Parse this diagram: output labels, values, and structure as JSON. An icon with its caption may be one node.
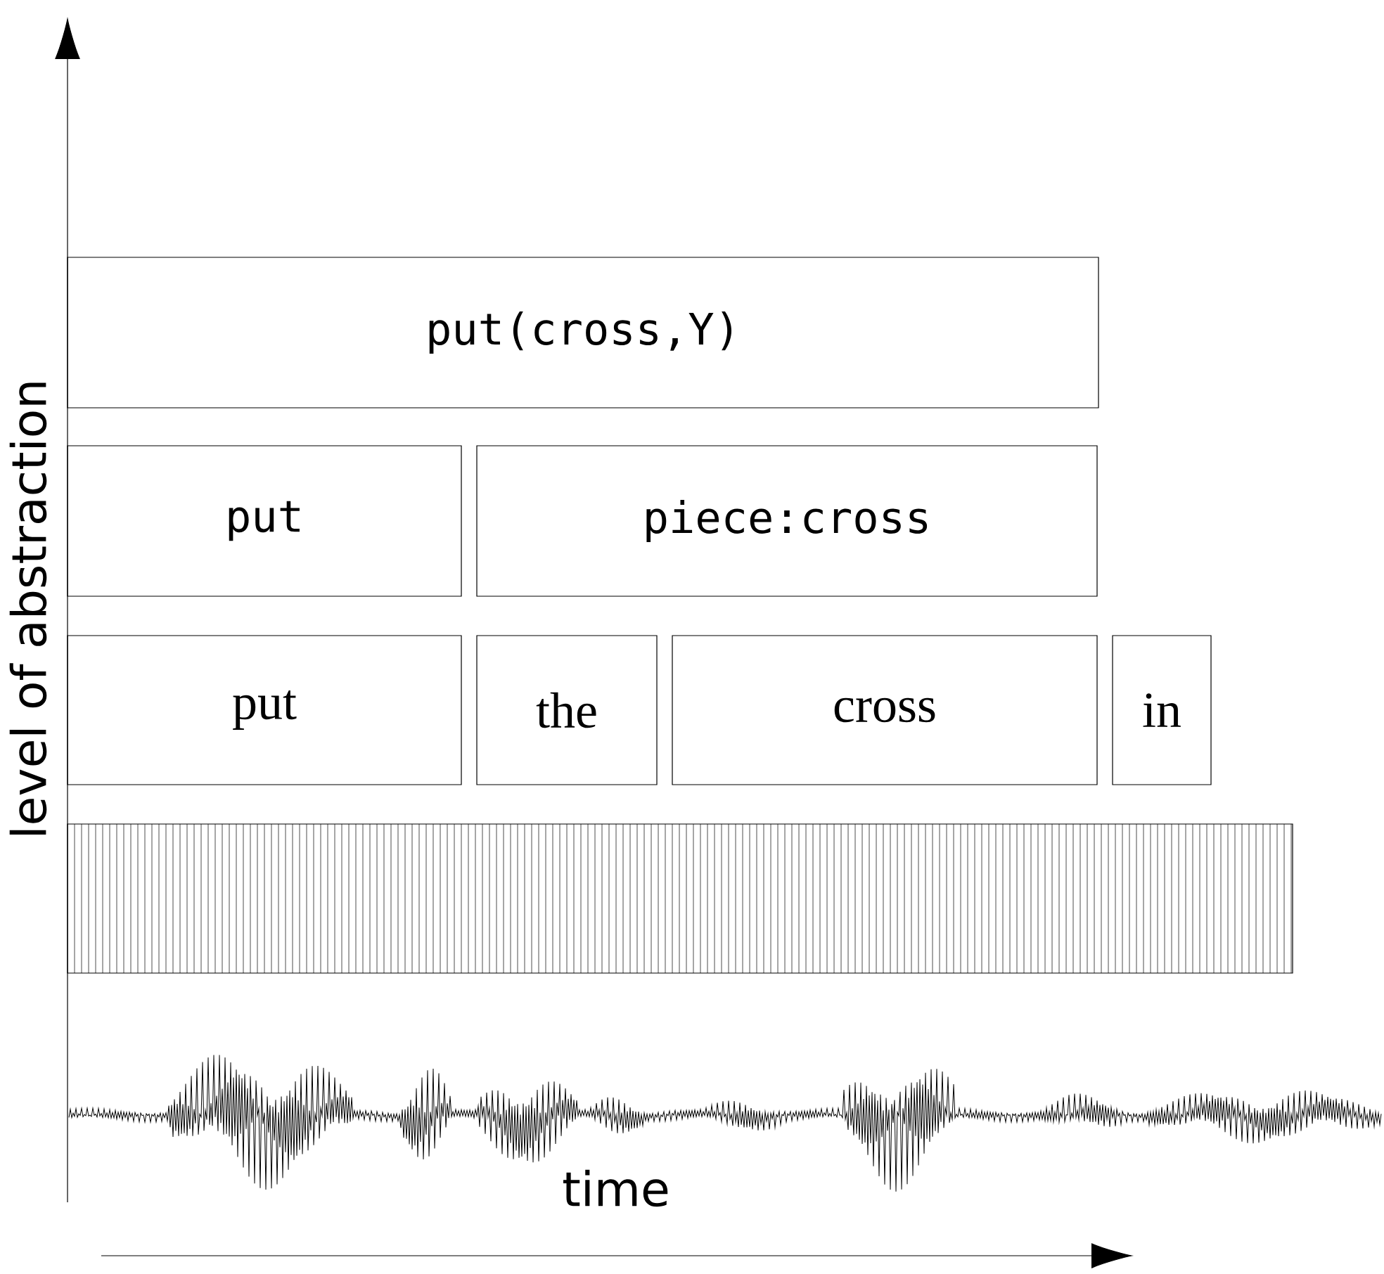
{
  "diagram": {
    "nodes": [
      {
        "text": [
          "put(cross,Y)"
        ]
      },
      {
        "text": [
          "put"
        ]
      },
      {
        "text": [
          "piece:cross"
        ]
      },
      {
        "text": [
          "put"
        ]
      },
      {
        "text": [
          "the"
        ]
      },
      {
        "text": [
          "cross"
        ]
      },
      {
        "text": [
          "in"
        ]
      },
      {
        "text": [],
        "shape": "box"
      },
      {
        "text": [],
        "shape": "picture"
      }
    ],
    "edges": [],
    "labels": [
      "level of abstraction",
      "time"
    ]
  }
}
